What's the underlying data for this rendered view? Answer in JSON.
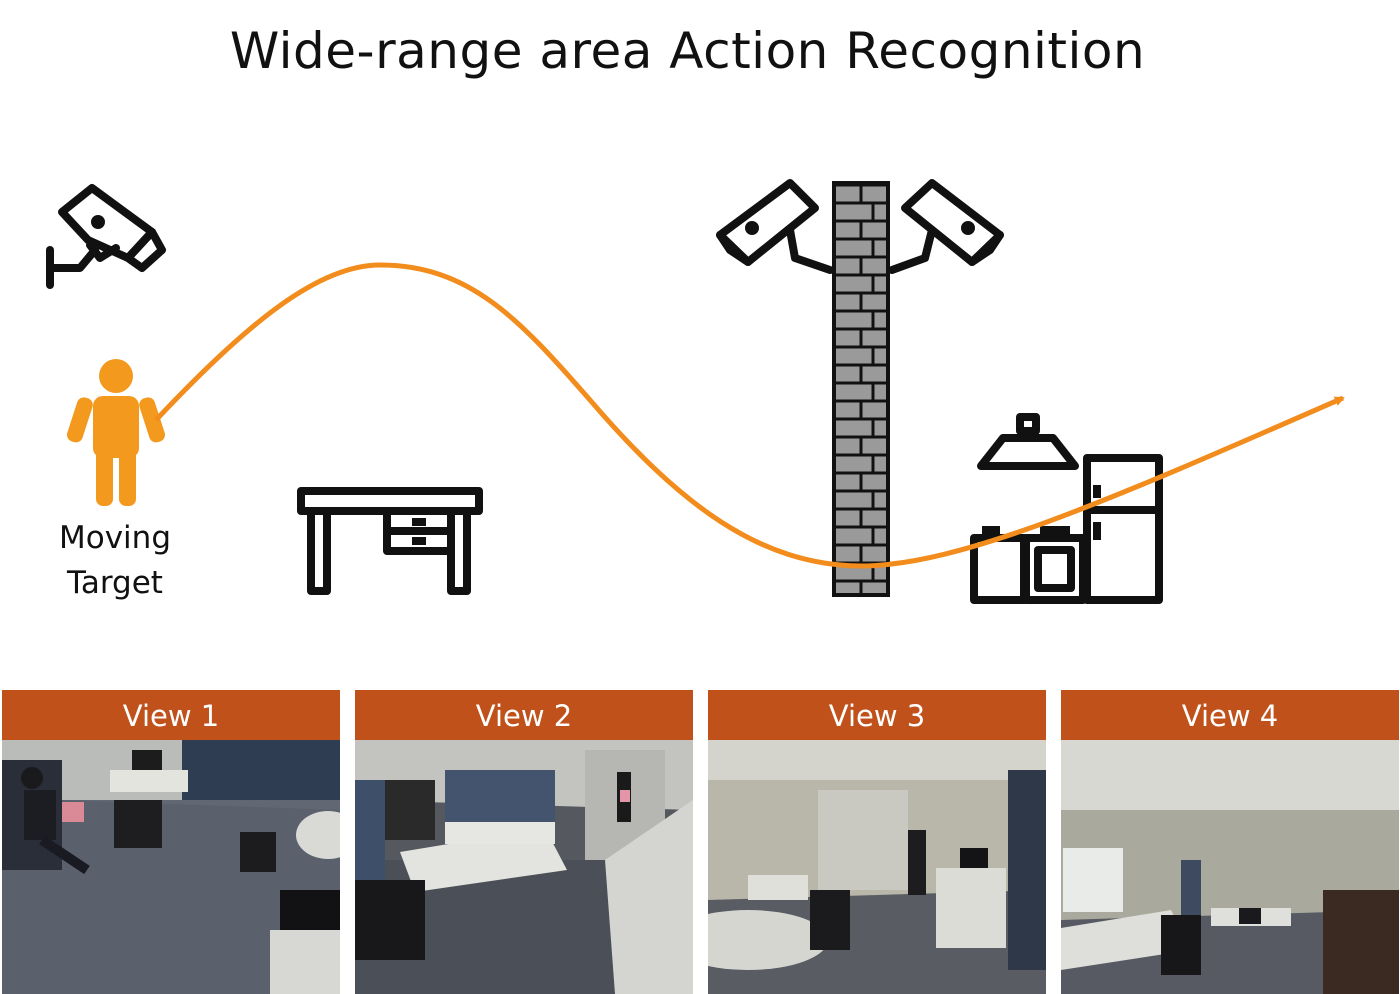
{
  "title": "Wide-range area Action Recognition",
  "target_label_line1": "Moving",
  "target_label_line2": "Target",
  "colors": {
    "trajectory": "#f28c1c",
    "person": "#f39a1e",
    "view_header": "#c0511b",
    "icon": "#111111"
  },
  "icons": [
    "cctv-camera-icon",
    "person-icon",
    "desk-icon",
    "brick-pillar-icon",
    "kitchen-icon"
  ],
  "views": [
    {
      "label": "View 1"
    },
    {
      "label": "View 2"
    },
    {
      "label": "View 3"
    },
    {
      "label": "View 4"
    }
  ]
}
